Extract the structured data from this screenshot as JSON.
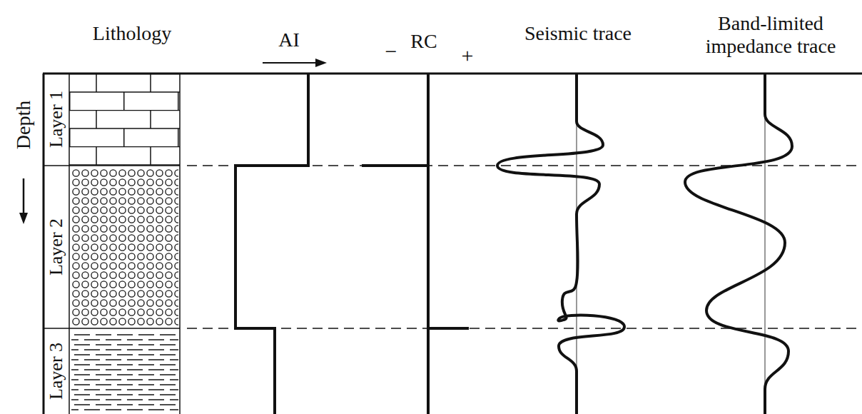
{
  "diagram": {
    "labels": [
      "Lithology",
      "AI",
      "−",
      "RC",
      "+",
      "Seismic trace",
      "Band-limited impedance trace",
      "Depth",
      "Layer 1",
      "Layer 2",
      "Layer 3"
    ]
  }
}
